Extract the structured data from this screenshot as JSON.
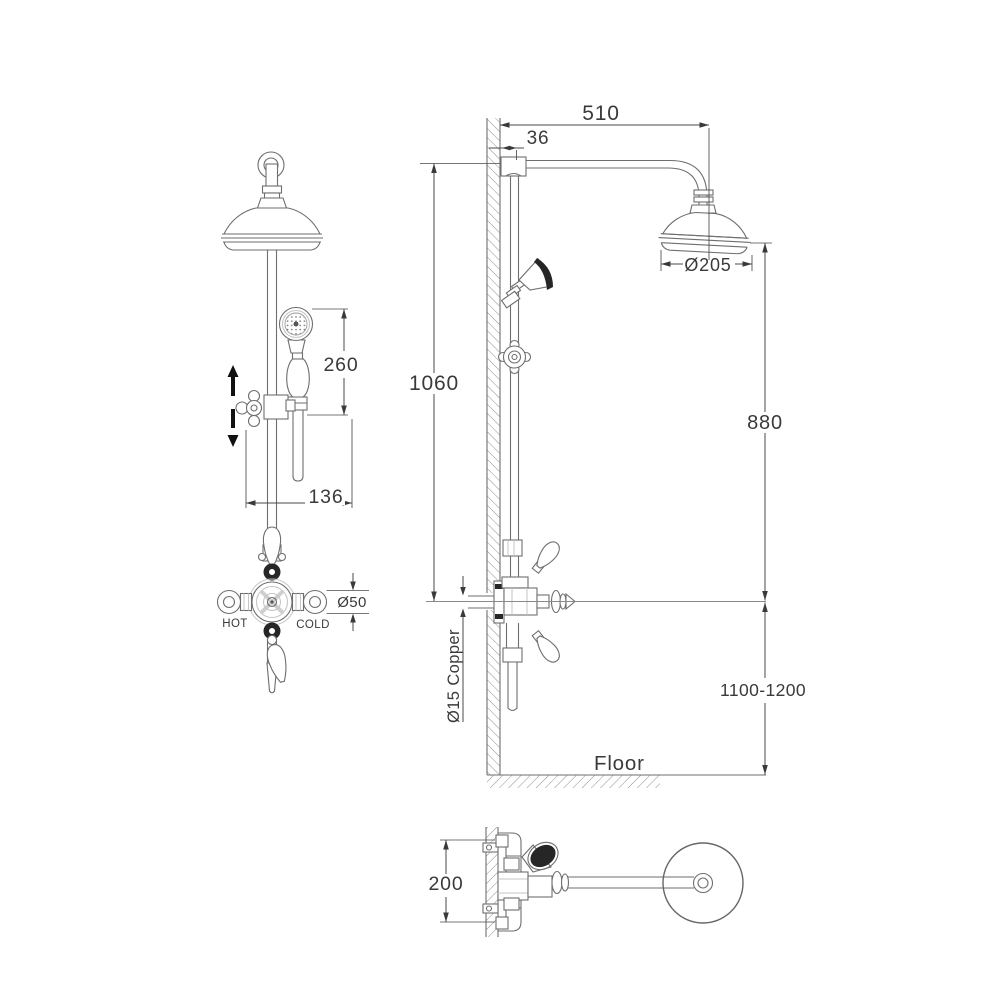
{
  "drawing": {
    "type": "technical-dimension-drawing",
    "subject": "thermostatic shower column with rain head and hand shower",
    "views": {
      "front": {
        "dims": {
          "hand_shower_length": "260",
          "slide_rail_offset": "136",
          "valve_face_diameter": "Ø50"
        },
        "labels": {
          "hot_inlet": "HOT",
          "cold_inlet": "COLD"
        }
      },
      "side": {
        "dims": {
          "arm_projection": "510",
          "wall_to_riser": "36",
          "riser_above_valve": "1060",
          "head_diameter": "Ø205",
          "head_above_valve": "880",
          "valve_above_floor": "1100-1200",
          "supply_pipe": "Ø15 Copper"
        },
        "labels": {
          "floor": "Floor"
        }
      },
      "plan": {
        "dims": {
          "inlet_centres": "200"
        }
      }
    },
    "colors": {
      "line": "#6e6e6e",
      "dimension": "#4a4a4a",
      "text": "#3a3a3a",
      "dark_fill": "#262626",
      "light_detail": "#c6c6c6"
    }
  }
}
